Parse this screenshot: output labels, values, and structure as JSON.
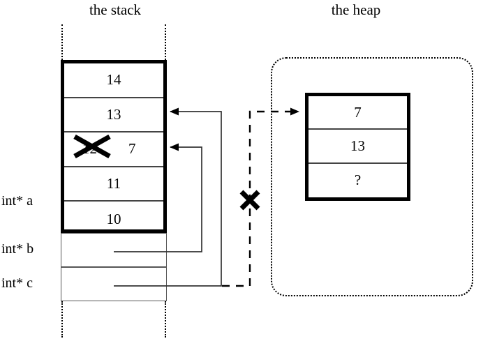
{
  "titles": {
    "stack": "the stack",
    "heap": "the heap"
  },
  "stack": {
    "cells": [
      {
        "value": "14",
        "struck": false
      },
      {
        "value": "13",
        "struck": false
      },
      {
        "value": "12",
        "struck": true,
        "replacement": "7"
      },
      {
        "value": "11",
        "struck": false
      },
      {
        "value": "10",
        "struck": false
      }
    ],
    "labels": [
      {
        "name": "int* a"
      },
      {
        "name": "int* b"
      },
      {
        "name": "int* c"
      }
    ],
    "pointer_slots": [
      {
        "label": "int* b",
        "value": ""
      },
      {
        "label": "int* c",
        "value": ""
      }
    ]
  },
  "heap": {
    "cells": [
      {
        "value": "7"
      },
      {
        "value": "13"
      },
      {
        "value": "?"
      }
    ]
  },
  "annotations": {
    "struck_cell_old_value": "12",
    "struck_cell_new_value": "7",
    "broken_pointer_mark": "X",
    "struck_value_mark": "X"
  },
  "colors": {
    "ink": "#000000",
    "background": "#ffffff",
    "thin_rule": "#444444"
  }
}
